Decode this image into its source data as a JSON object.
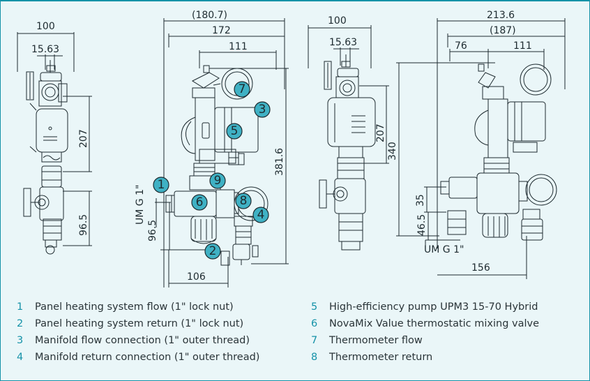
{
  "colors": {
    "accent": "#1592a8",
    "callout_fill": "#3fb1c4",
    "line": "#1e2b30",
    "background": "#eaf6f8"
  },
  "dimensions": {
    "view1": {
      "width_top": "100",
      "offset": "15.63",
      "height_right": "207",
      "height_low": "96.5"
    },
    "view2": {
      "overall_paren": "(180.7)",
      "overall": "172",
      "inner": "111",
      "height": "381.6",
      "thread_label": "UM G 1\"",
      "low_height": "96.5",
      "bottom": "106"
    },
    "view3": {
      "width_top": "100",
      "offset": "15.63",
      "height": "207"
    },
    "view4": {
      "overall": "213.6",
      "overall_paren": "(187)",
      "left": "76",
      "right": "111",
      "height": "340",
      "h35": "35",
      "h46": "46.5",
      "thread_label": "UM G 1\"",
      "bottom": "156"
    }
  },
  "callouts": [
    "1",
    "2",
    "3",
    "4",
    "5",
    "6",
    "7",
    "8",
    "9"
  ],
  "legend": {
    "left": [
      {
        "num": "1",
        "text": "Panel heating system flow (1\" lock nut)"
      },
      {
        "num": "2",
        "text": "Panel heating system return (1\" lock nut)"
      },
      {
        "num": "3",
        "text": "Manifold flow connection (1\" outer thread)"
      },
      {
        "num": "4",
        "text": "Manifold return connection (1\" outer thread)"
      }
    ],
    "right": [
      {
        "num": "5",
        "text": "High-efficiency pump UPM3 15-70 Hybrid"
      },
      {
        "num": "6",
        "text": "NovaMix Value thermostatic mixing valve"
      },
      {
        "num": "7",
        "text": "Thermometer flow"
      },
      {
        "num": "8",
        "text": "Thermometer return"
      }
    ]
  }
}
